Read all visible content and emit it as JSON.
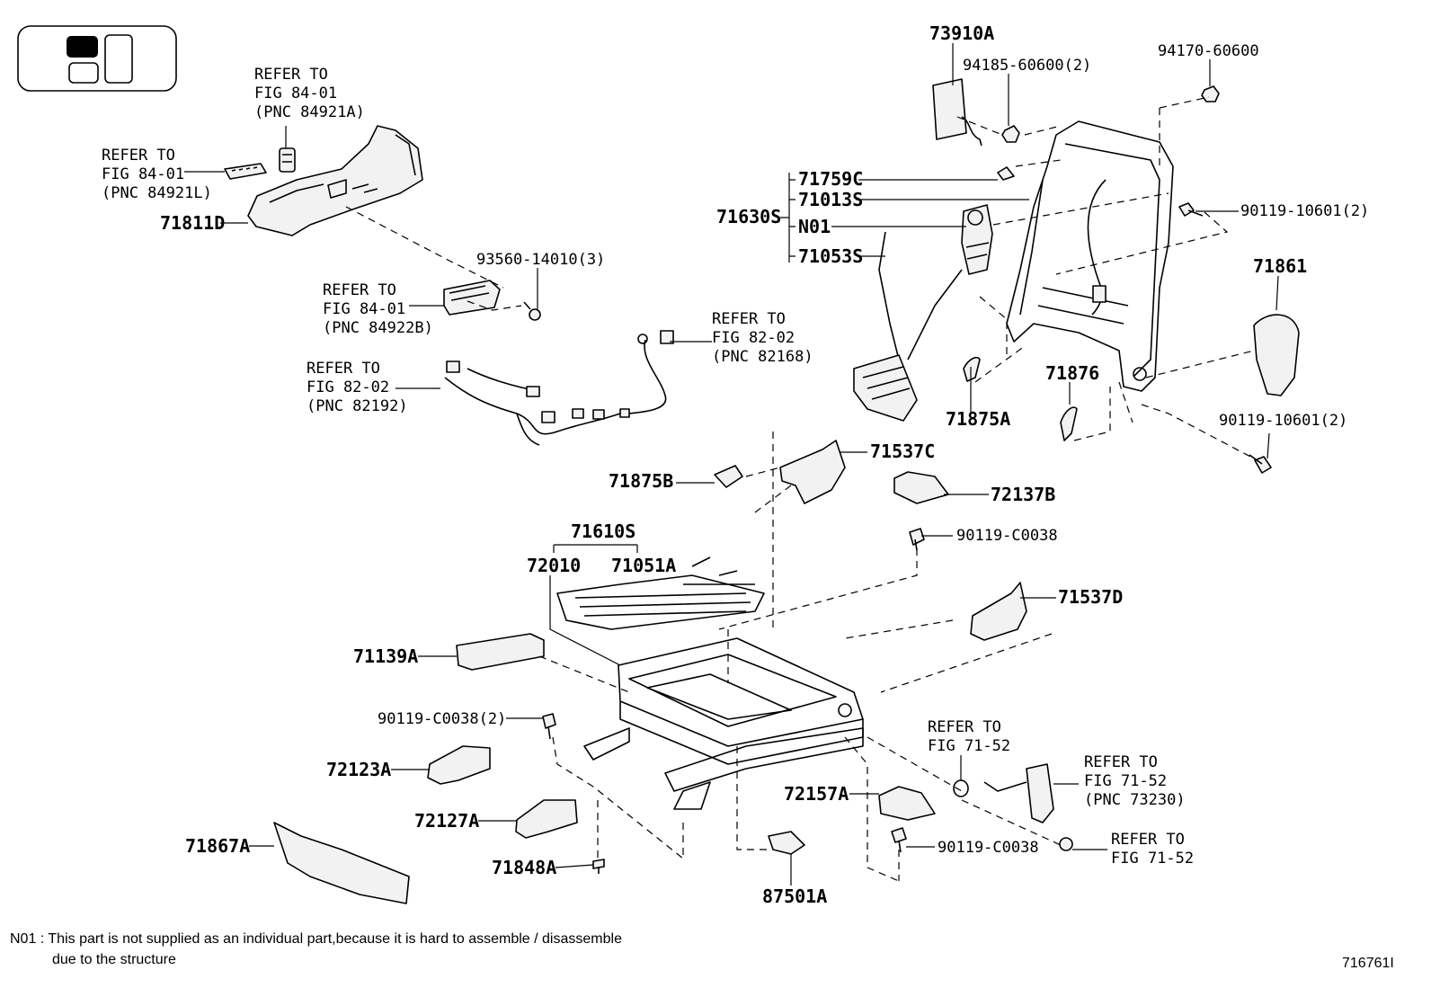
{
  "labels": {
    "p73910A": "73910A",
    "p94185": "94185-60600(2)",
    "p94170": "94170-60600",
    "p71759C": "71759C",
    "p71013S": "71013S",
    "p71630S": "71630S",
    "pN01": "N01",
    "p71053S": "71053S",
    "p90119_10601_top": "90119-10601(2)",
    "p71861": "71861",
    "p71876": "71876",
    "p71875A": "71875A",
    "p90119_10601_bot": "90119-10601(2)",
    "p71811D": "71811D",
    "p93560": "93560-14010(3)",
    "p71537C": "71537C",
    "p71875B": "71875B",
    "p72137B": "72137B",
    "p90119_C0038_r": "90119-C0038",
    "p71610S": "71610S",
    "p72010": "72010",
    "p71051A": "71051A",
    "p71537D": "71537D",
    "p71139A": "71139A",
    "p90119_C0038_2": "90119-C0038(2)",
    "p72123A": "72123A",
    "p72127A": "72127A",
    "p71867A": "71867A",
    "p71848A": "71848A",
    "p87501A": "87501A",
    "p72157A": "72157A",
    "p90119_C0038_b": "90119-C0038"
  },
  "refs": {
    "r1": [
      "REFER TO",
      "FIG 84-01",
      "(PNC 84921A)"
    ],
    "r2": [
      "REFER TO",
      "FIG 84-01",
      "(PNC 84921L)"
    ],
    "r3": [
      "REFER TO",
      "FIG 84-01",
      "(PNC 84922B)"
    ],
    "r4": [
      "REFER TO",
      "FIG 82-02",
      "(PNC 82168)"
    ],
    "r5": [
      "REFER TO",
      "FIG 82-02",
      "(PNC 82192)"
    ],
    "r6": [
      "REFER TO",
      "FIG 71-52"
    ],
    "r7": [
      "REFER TO",
      "FIG 71-52",
      "(PNC 73230)"
    ],
    "r8": [
      "REFER TO",
      "FIG 71-52"
    ]
  },
  "footnote": {
    "line1": "N01 : This part is not supplied as an individual part,because it is hard to assemble / disassemble",
    "line2": "due to the structure"
  },
  "figure_number": "716761I"
}
